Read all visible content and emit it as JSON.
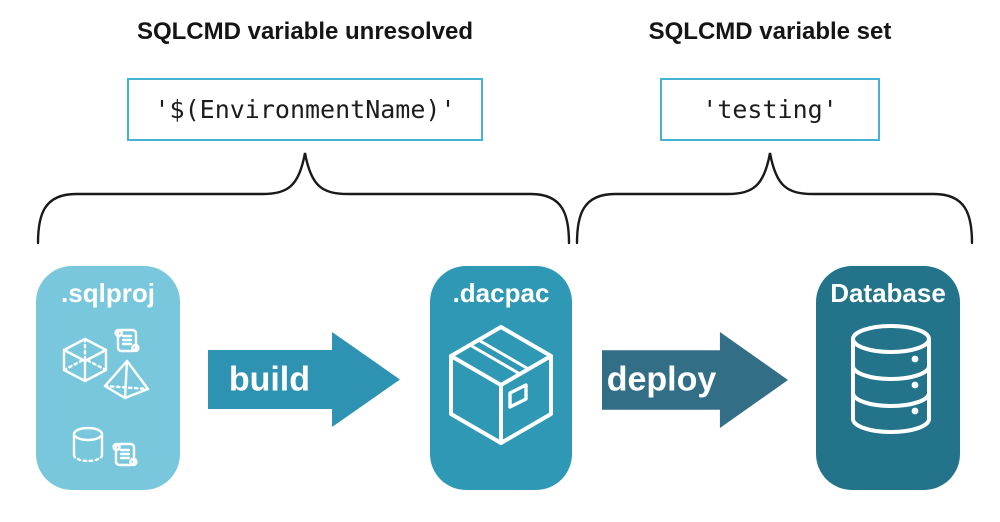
{
  "annotations": {
    "unresolved": {
      "heading": "SQLCMD variable unresolved",
      "code": "'$(EnvironmentName)'"
    },
    "set": {
      "heading": "SQLCMD variable set",
      "code": "'testing'"
    }
  },
  "pipeline": {
    "nodes": [
      {
        "label": ".sqlproj",
        "icons": [
          "scroll-icon",
          "cube-icon",
          "pyramid-icon",
          "cylinder-icon",
          "scroll-icon"
        ]
      },
      {
        "label": ".dacpac",
        "icons": [
          "package-box-icon"
        ]
      },
      {
        "label": "Database",
        "icons": [
          "database-cylinder-icon"
        ]
      }
    ],
    "arrows": [
      {
        "label": "build"
      },
      {
        "label": "deploy"
      }
    ]
  },
  "colors": {
    "sqlproj_fill": "#79c7dc",
    "dacpac_fill": "#2e98b5",
    "database_fill": "#23738a",
    "build_arrow": "#2e93b2",
    "deploy_arrow": "#326f87",
    "code_box_border": "#45b2d3",
    "brace_stroke": "#1a1a1a",
    "heading_text": "#151515",
    "icon_stroke": "#ffffff"
  }
}
